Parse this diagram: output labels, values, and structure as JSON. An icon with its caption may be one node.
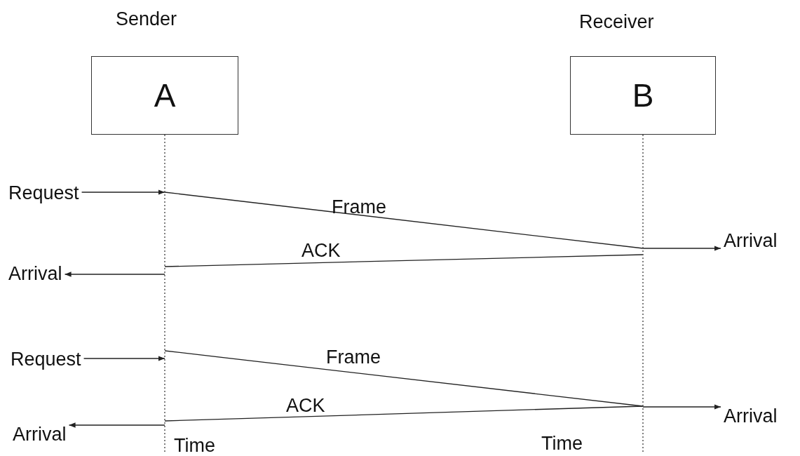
{
  "diagram": {
    "nodes": [
      {
        "text": [
          "Sender",
          "A"
        ]
      },
      {
        "text": [
          "Receiver",
          "B"
        ]
      },
      {
        "text": [
          "Request"
        ]
      },
      {
        "text": [
          "Arrival"
        ]
      },
      {
        "text": [
          "Arrival"
        ]
      },
      {
        "text": [
          "Request"
        ]
      },
      {
        "text": [
          "Arrival"
        ]
      },
      {
        "text": [
          "Arrival"
        ]
      }
    ],
    "edges": [
      {
        "from": 2,
        "to": 0,
        "arrow": "to"
      },
      {
        "from": 0,
        "to": 1,
        "arrow": "none",
        "label": "Frame"
      },
      {
        "from": 1,
        "to": 3,
        "arrow": "to"
      },
      {
        "from": 1,
        "to": 0,
        "arrow": "none",
        "label": "ACK"
      },
      {
        "from": 0,
        "to": 4,
        "arrow": "to"
      },
      {
        "from": 5,
        "to": 0,
        "arrow": "to"
      },
      {
        "from": 0,
        "to": 1,
        "arrow": "none",
        "label": "Frame"
      },
      {
        "from": 1,
        "to": 6,
        "arrow": "to"
      },
      {
        "from": 1,
        "to": 0,
        "arrow": "none",
        "label": "ACK"
      },
      {
        "from": 0,
        "to": 7,
        "arrow": "to"
      }
    ],
    "labels": [
      "Time",
      "Time"
    ]
  }
}
